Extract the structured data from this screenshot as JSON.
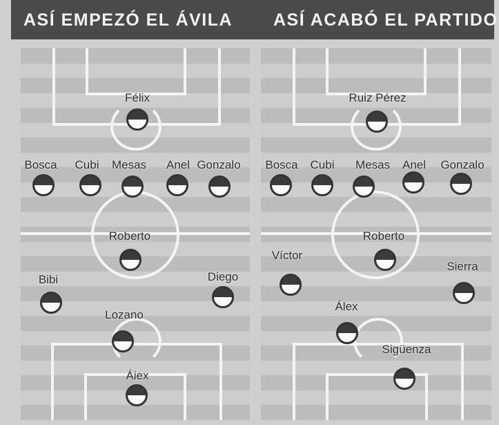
{
  "headers": {
    "left": "ASÍ EMPEZÓ EL ÁVILA",
    "right": "ASÍ ACABÓ EL PARTIDO"
  },
  "left_lineup": {
    "goalkeeper": "Félix",
    "defenders": [
      "Bosca",
      "Cubi",
      "Mesas",
      "Anel",
      "Gonzalo"
    ],
    "center": "Roberto",
    "wide_left": "Bibi",
    "wide_right": "Diego",
    "forward": "Lozano",
    "deep_forward": "Áiex"
  },
  "right_lineup": {
    "goalkeeper": "Ruiz Pérez",
    "defenders": [
      "Bosca",
      "Cubi",
      "Mesas",
      "Anel",
      "Gonzalo"
    ],
    "center": "Roberto",
    "wide_left": "Víctor",
    "wide_right": "Sierra",
    "forward": "Álex",
    "deep_forward": "Sigüenza"
  },
  "colors": {
    "header_bg": "#4a4a4a",
    "pitch_light": "#cdcdcd",
    "pitch_dark": "#bcbcbc",
    "lines": "#f4f4f4"
  }
}
